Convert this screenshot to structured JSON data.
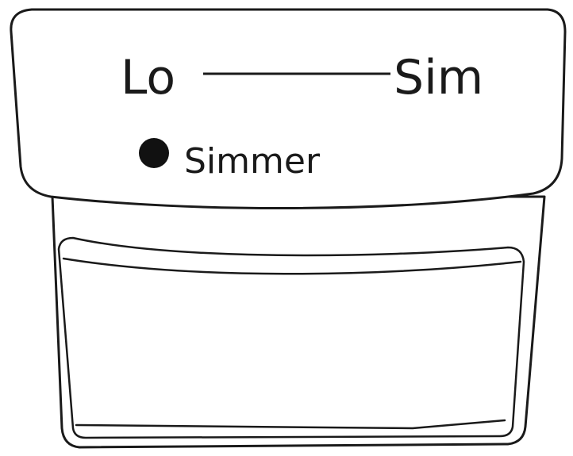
{
  "dial": {
    "low_label": "Lo",
    "high_label": "Sim",
    "indicator_label": "Simmer",
    "line_color": "#1a1a1a",
    "indicator_color": "#111111"
  }
}
